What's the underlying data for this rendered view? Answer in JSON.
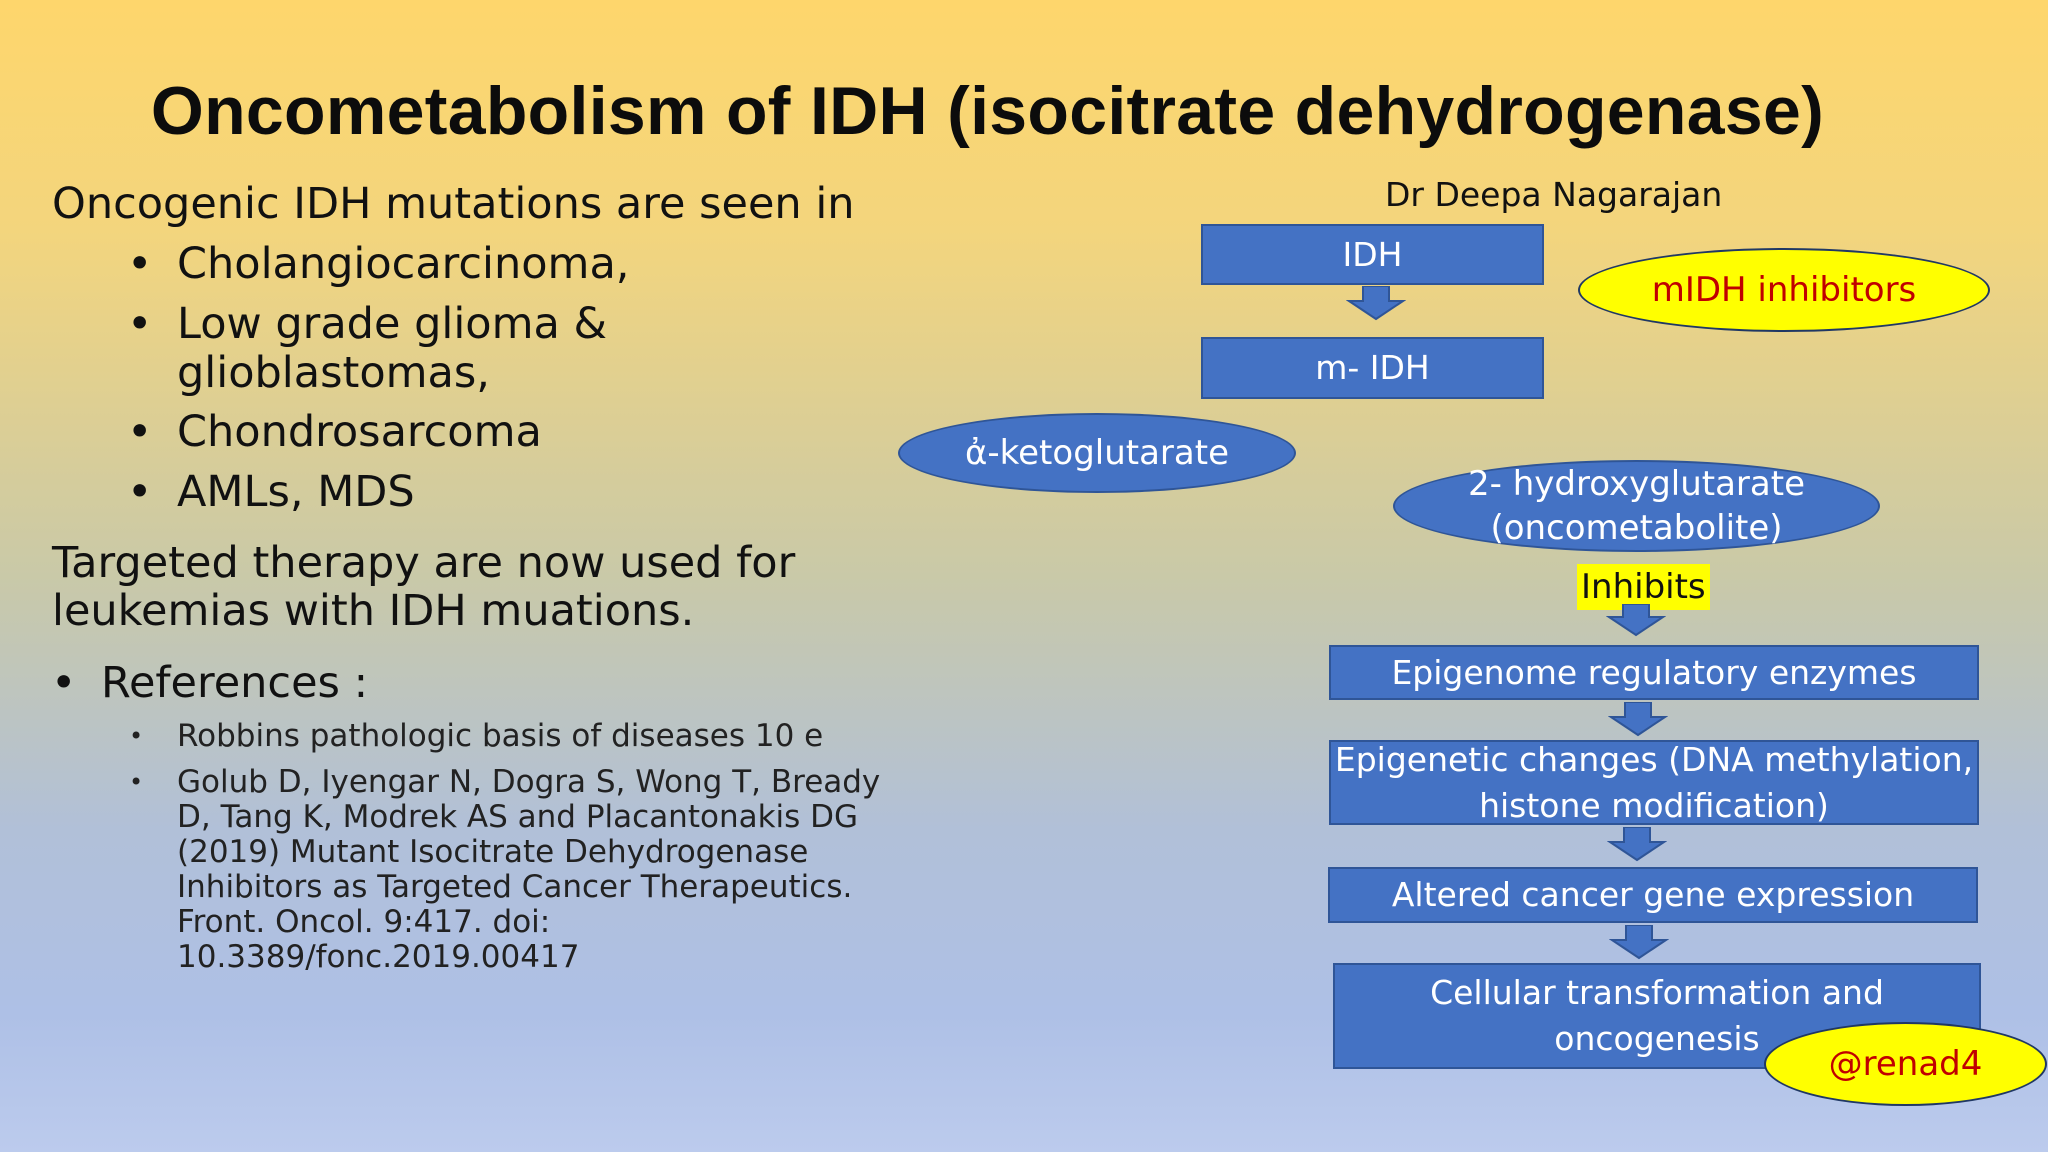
{
  "title": "Oncometabolism of IDH (isocitrate dehydrogenase)",
  "left": {
    "intro": "Oncogenic IDH mutations are seen in",
    "bullets": [
      "Cholangiocarcinoma,",
      "Low grade glioma &",
      "glioblastomas,",
      "Chondrosarcoma",
      "AMLs, MDS"
    ],
    "targeted_line1": "Targeted therapy are now used for",
    "targeted_line2": "leukemias with IDH muations.",
    "references_label": "References :",
    "ref1": "Robbins pathologic basis of diseases 10 e",
    "ref2_lines": [
      "Golub D, Iyengar N, Dogra S, Wong T, Bready",
      "D, Tang K, Modrek AS and Placantonakis DG",
      "(2019) Mutant Isocitrate Dehydrogenase",
      "Inhibitors as Targeted Cancer Therapeutics.",
      "Front. Oncol. 9:417. doi:",
      "10.3389/fonc.2019.00417"
    ]
  },
  "diagram": {
    "author": "Dr Deepa Nagarajan",
    "idh": "IDH",
    "midh": "m- IDH",
    "midh_inhibitors": "mIDH  inhibitors",
    "akg": "ἀ-ketoglutarate",
    "hg_line1": "2- hydroxyglutarate",
    "hg_line2": "(oncometabolite)",
    "inhibits": "Inhibits",
    "epigenome": "Epigenome regulatory enzymes",
    "changes_line1": "Epigenetic changes (DNA methylation,",
    "changes_line2": "histone modification)",
    "altered": "Altered cancer gene expression",
    "transform_line1": "Cellular transformation and",
    "transform_line2": "oncogenesis",
    "handle": "@renad4"
  },
  "colors": {
    "box_blue": "#4472c4",
    "box_border": "#2f5597",
    "highlight_yellow": "#ffff00",
    "inhibitor_text_red": "#c00000"
  }
}
